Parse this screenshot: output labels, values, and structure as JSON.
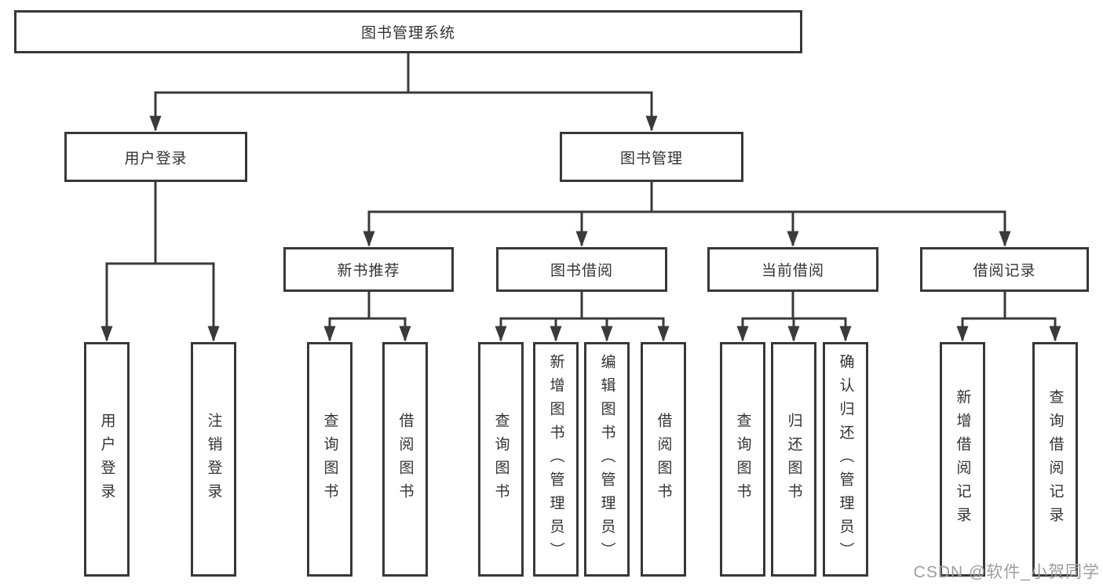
{
  "colors": {
    "line_color": "#3a3a3a",
    "border_color": "#383838",
    "text_color": "#333333",
    "watermark_color": "#9d9d9d",
    "bg_color": "#ffffff"
  },
  "watermark": "CSDN @软件_小贺同学",
  "nodes": {
    "root": {
      "label": "图书管理系统"
    },
    "level2": {
      "user_login": {
        "label": "用户登录"
      },
      "book_management": {
        "label": "图书管理"
      }
    },
    "level3": {
      "new_book_recommend": {
        "label": "新书推荐"
      },
      "book_borrow": {
        "label": "图书借阅"
      },
      "current_borrow": {
        "label": "当前借阅"
      },
      "borrow_records": {
        "label": "借阅记录"
      }
    },
    "leaves": {
      "user_login": {
        "label": "用户登录"
      },
      "logout": {
        "label": "注销登录"
      },
      "query_book_recommend": {
        "label": "查询图书"
      },
      "borrow_book_recommend": {
        "label": "借阅图书"
      },
      "query_book_borrow": {
        "label": "查询图书"
      },
      "add_book_admin": {
        "label": "新增图书（管理员）"
      },
      "edit_book_admin": {
        "label": "编辑图书（管理员）"
      },
      "borrow_book": {
        "label": "借阅图书"
      },
      "query_book_current": {
        "label": "查询图书"
      },
      "return_book": {
        "label": "归还图书"
      },
      "confirm_return_admin": {
        "label": "确认归还（管理员）"
      },
      "add_borrow_record": {
        "label": "新增借阅记录"
      },
      "query_borrow_record": {
        "label": "查询借阅记录"
      }
    }
  }
}
